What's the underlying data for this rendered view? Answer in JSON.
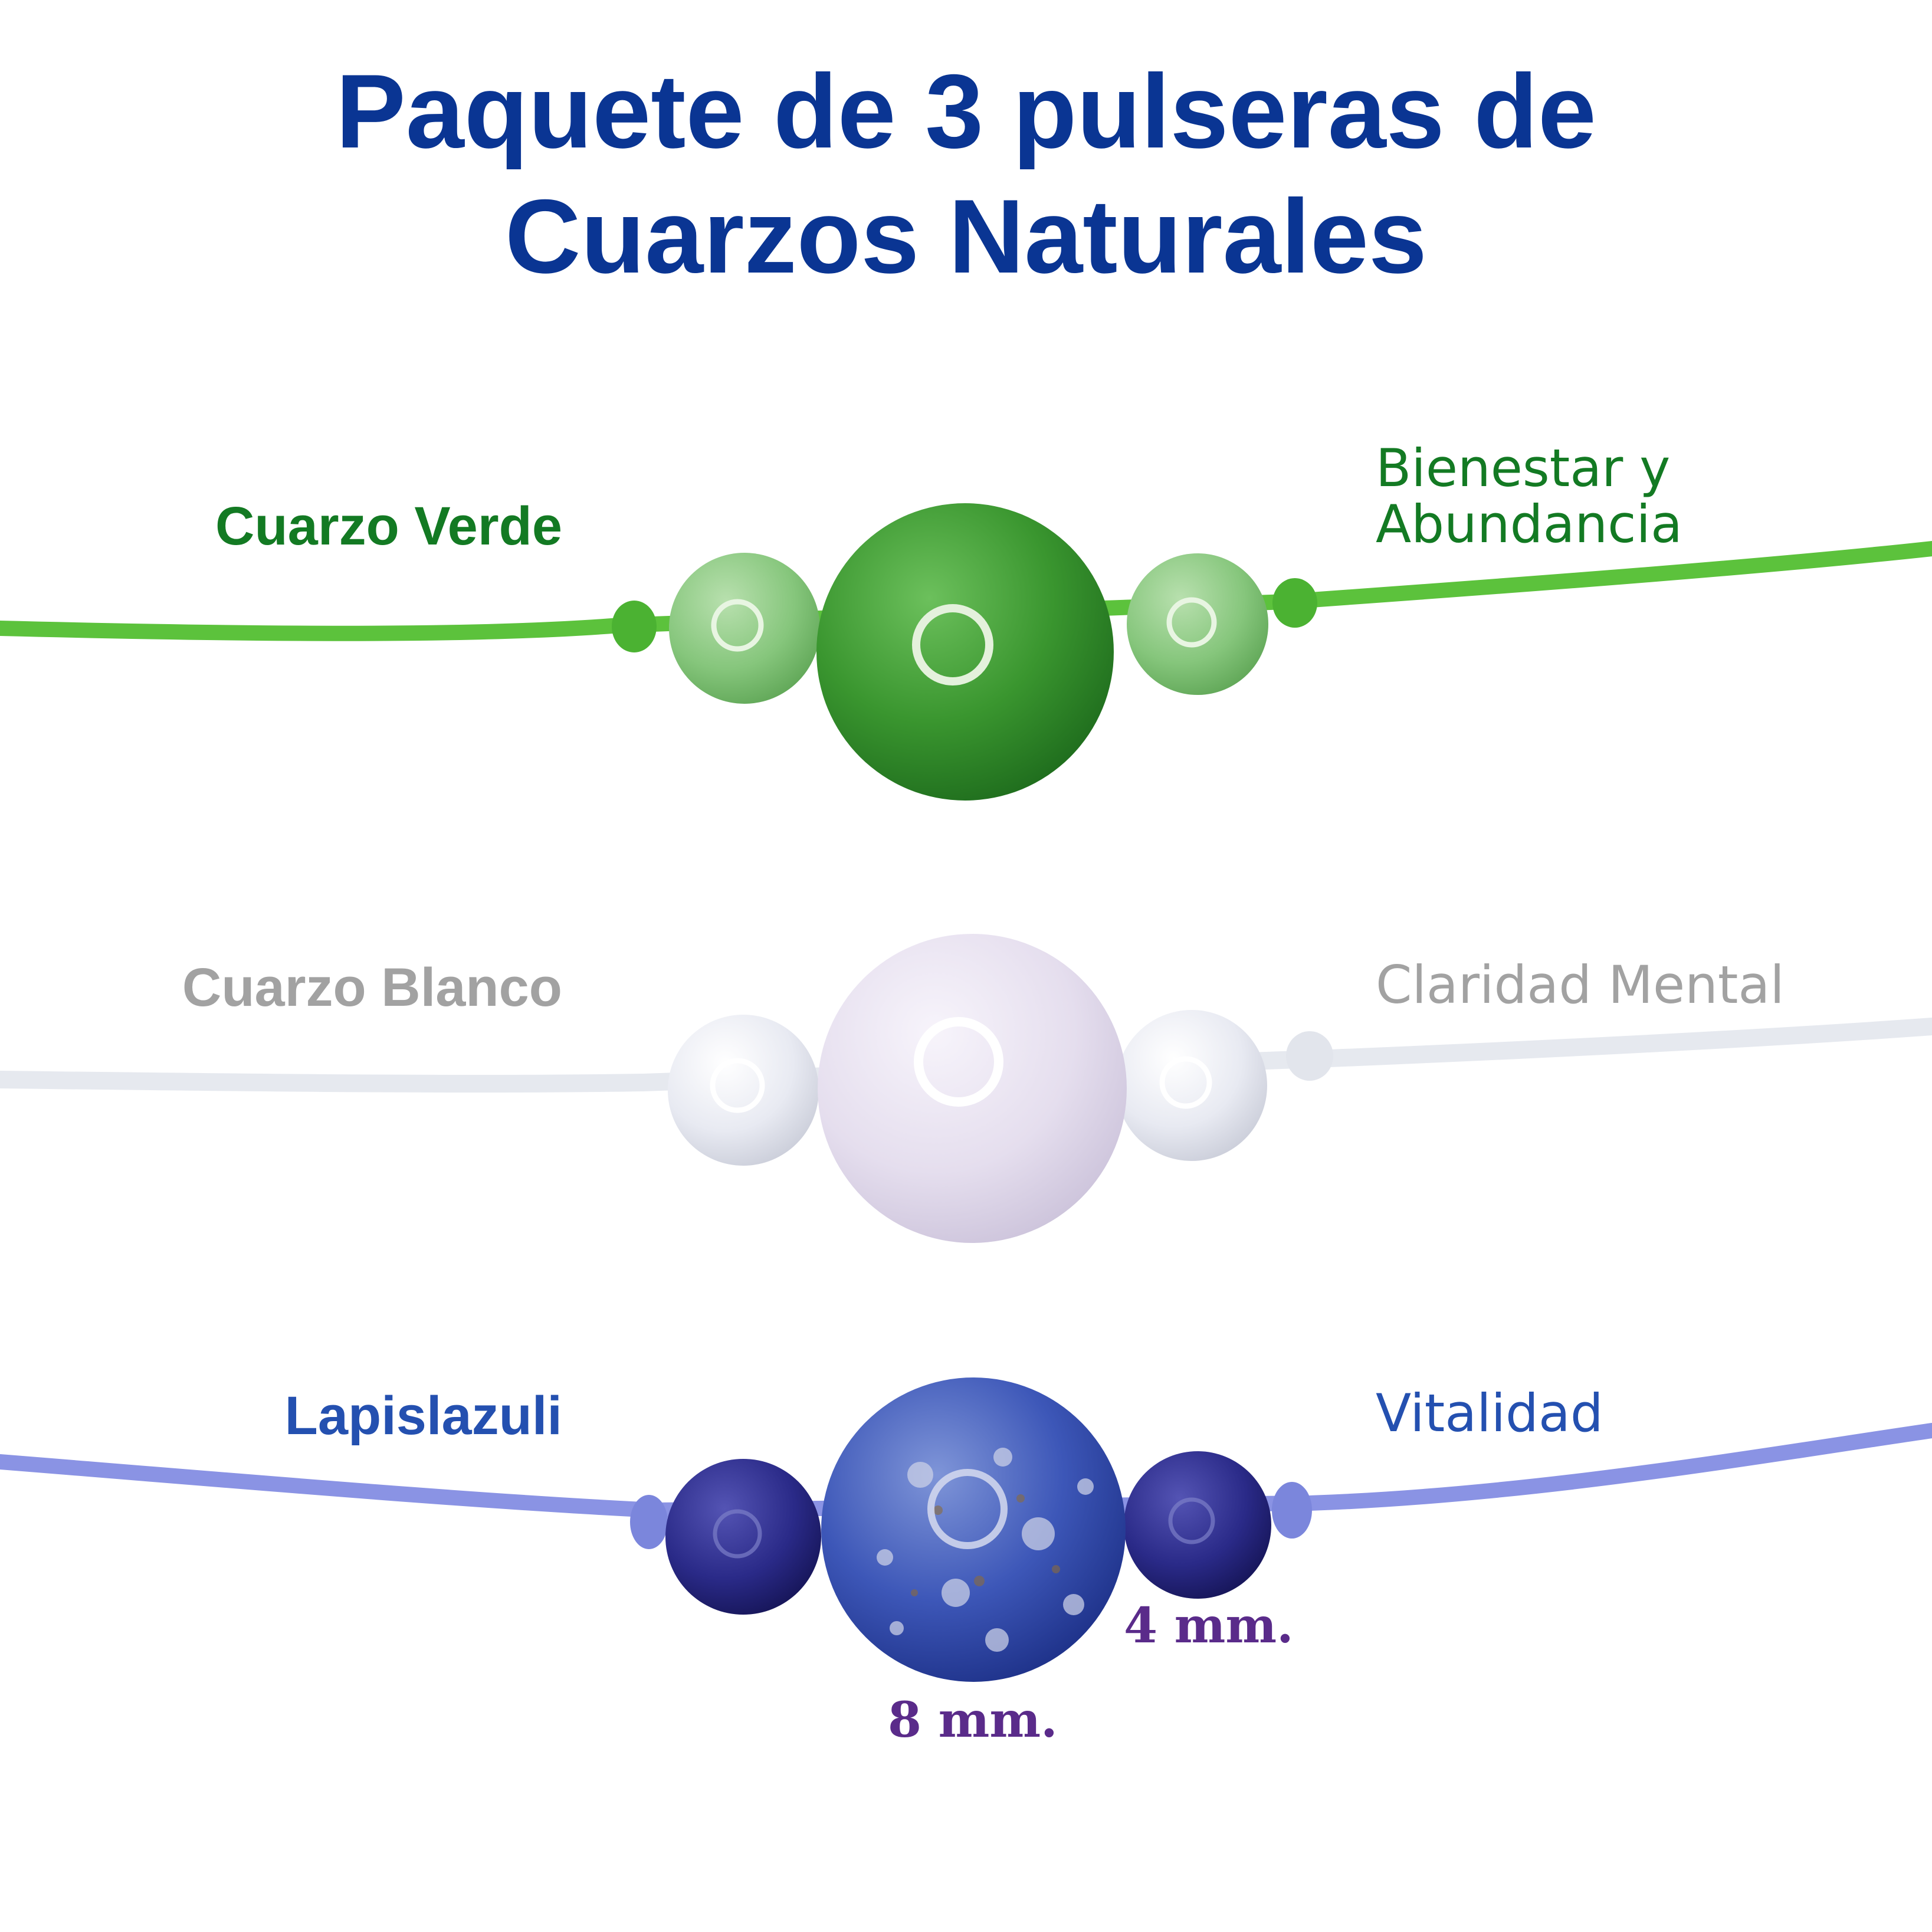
{
  "title": {
    "line1": "Paquete de 3 pulseras de",
    "line2": "Cuarzos Naturales",
    "color": "#0a3593"
  },
  "bracelets": [
    {
      "name": "Cuarzo Verde",
      "meaning_line1": "Bienestar y",
      "meaning_line2": "Abundancia",
      "name_color": "#137a23",
      "meaning_color": "#137a23",
      "cord_color": "#5cc23c",
      "bead_color": "#3f9c3a",
      "small_bead_color": "#7fc277"
    },
    {
      "name": "Cuarzo Blanco",
      "meaning_line1": "Claridad Mental",
      "name_color": "#a2a2a2",
      "meaning_color": "#a2a2a2",
      "cord_color": "#eef0f4",
      "bead_color": "#e4dded",
      "small_bead_color": "#eceef6"
    },
    {
      "name": "Lapislazuli",
      "meaning_line1": "Vitalidad",
      "name_color": "#2450b0",
      "meaning_color": "#2450b0",
      "cord_color": "#8a93e4",
      "bead_color": "#3b55b8",
      "small_bead_color": "#2c2a8a"
    }
  ],
  "sizes": {
    "small": "4 mm.",
    "large": "8 mm.",
    "color": "#5a2b8a"
  }
}
